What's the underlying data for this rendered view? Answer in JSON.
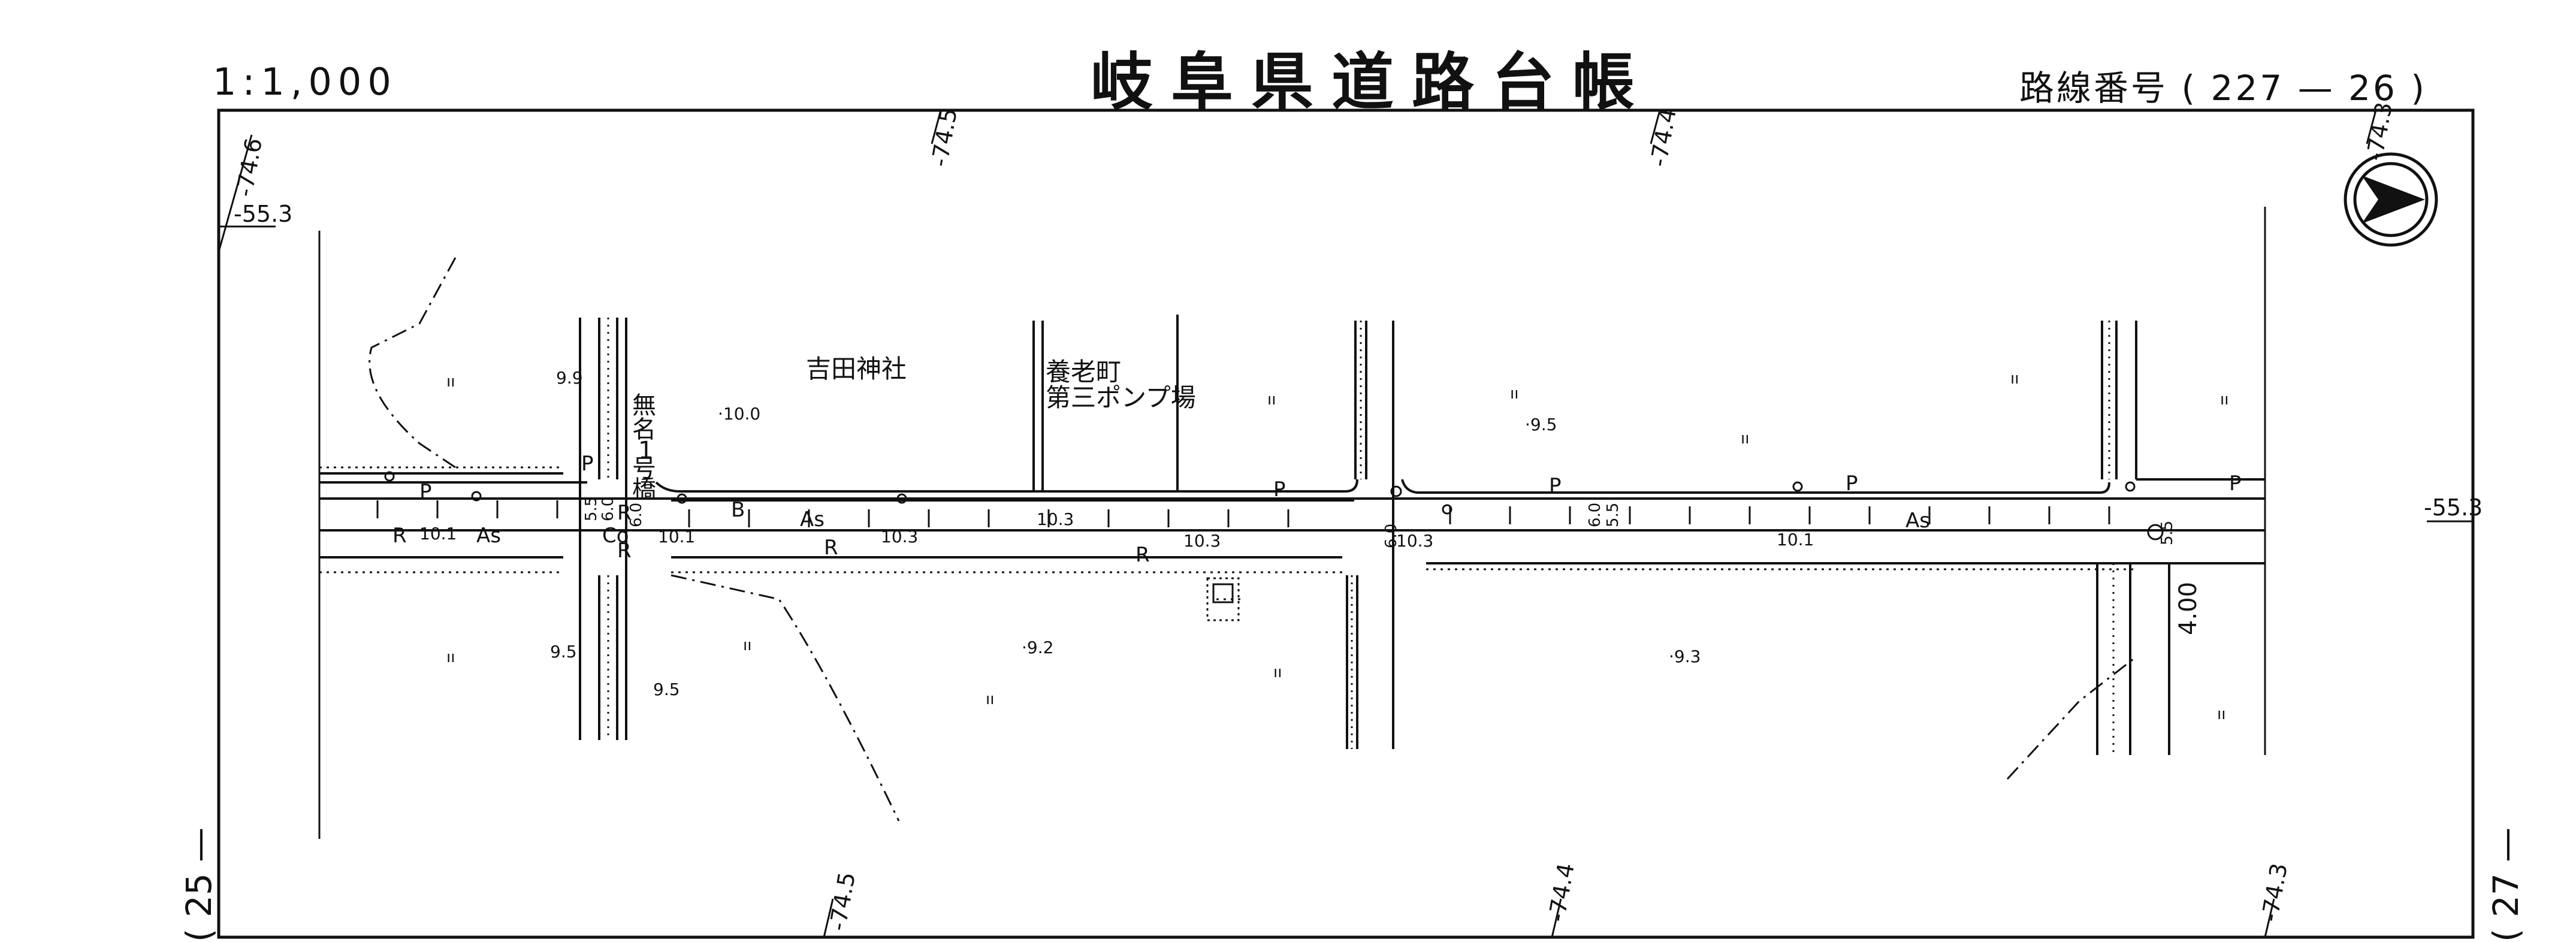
{
  "header": {
    "title": "岐阜県道路台帳",
    "scale": "1:1,000",
    "route_label": "路線番号",
    "route_open": "(",
    "route_number": "227",
    "route_dash": "—",
    "sheet_number": "26",
    "route_close": ")"
  },
  "adjacent": {
    "left_sheet": "(  25  —",
    "right_sheet": "(  27  —"
  },
  "grid": {
    "top_labels": [
      "-74.6",
      "-74.5",
      "-74.4",
      "-74.3"
    ],
    "bottom_labels": [
      "-74.5",
      "-74.4",
      "-74.3"
    ],
    "left_label": "-55.3",
    "right_label": "-55.3"
  },
  "places": {
    "shrine": "吉田神社",
    "pump_line1": "養老町",
    "pump_line2": "第三ポンプ場",
    "bridge_1": "無",
    "bridge_2": "名",
    "bridge_3": "1",
    "bridge_4": "号",
    "bridge_5": "橋"
  },
  "elevations": {
    "e1": "9.9",
    "e2": "·10.0",
    "e3": "9.5",
    "e4": "9.5",
    "e5": "·9.2",
    "e6": "·9.5",
    "e7": "·9.3",
    "e8": "10.1",
    "e9": "10.1",
    "e10": "10.3",
    "e11": "10.3",
    "e12": "10.3",
    "e13": "10.3",
    "e14": "10.1"
  },
  "road_marks": {
    "as1": "As",
    "as2": "As",
    "as3": "As",
    "p": "P",
    "r": "R",
    "co": "Co",
    "b": "B",
    "w1": "5.5",
    "w2": "6.0",
    "w3": "6.0",
    "w4": "5.5",
    "w5": "5.5",
    "w6": "4.00",
    "w7": "6.0",
    "w8": "6.0"
  },
  "ticks": {
    "mark": "ıı"
  }
}
